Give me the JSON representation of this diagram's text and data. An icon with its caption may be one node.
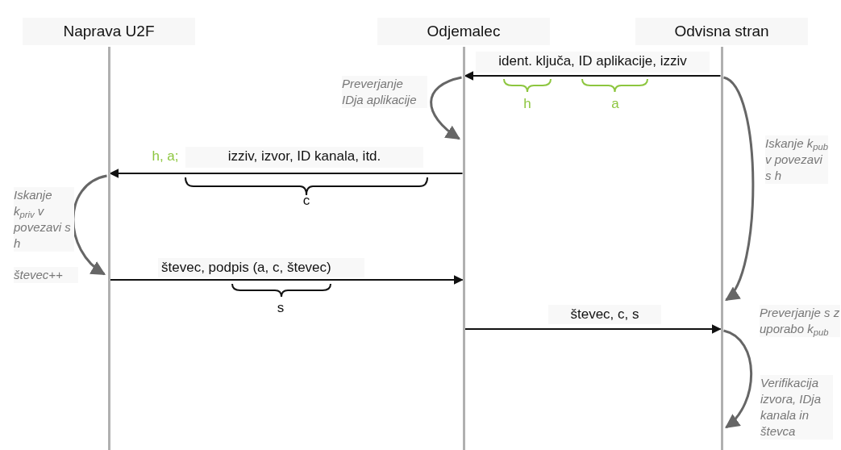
{
  "diagram": {
    "nodes": [
      {
        "text": [
          "Naprava U2F"
        ]
      },
      {
        "text": [
          "Odjemalec"
        ]
      },
      {
        "text": [
          "Odvisna stran"
        ]
      },
      {
        "text": [],
        "shape": "bar"
      },
      {
        "text": [],
        "shape": "bar"
      },
      {
        "text": [],
        "shape": "bar"
      }
    ],
    "edges": [
      {
        "from": 5,
        "to": 4,
        "arrow": "to",
        "label": "ident. ključa, ID aplikacije, izziv"
      },
      {
        "from": 5,
        "to": 5,
        "arrow": "to",
        "color": "#666666"
      },
      {
        "from": 4,
        "to": 4,
        "arrow": "to",
        "color": "#666666"
      },
      {
        "from": 4,
        "to": 3,
        "arrow": "to",
        "label": "izziv, izvor, ID kanala, itd."
      },
      {
        "from": 3,
        "to": 3,
        "arrow": "to",
        "color": "#666666"
      },
      {
        "from": 3,
        "to": 4,
        "arrow": "to",
        "label": "števec, podpis (a, c, števec)"
      },
      {
        "from": 4,
        "to": 5,
        "arrow": "to",
        "label": "števec, c, s"
      },
      {
        "from": 5,
        "to": 5,
        "arrow": "to",
        "color": "#666666"
      }
    ],
    "labels": [
      "Preverjanje IDja aplikacije",
      "h",
      "a",
      "Iskanje k$_{pub}$ v povezavi s h",
      "h, a;",
      "c",
      "Iskanje k$_{priv}$ v povezavi s h",
      "števec++",
      "s",
      "Preverjanje s z uporabo k$_{pub}$",
      "Verifikacija izvora, IDja kanala in števca"
    ]
  }
}
